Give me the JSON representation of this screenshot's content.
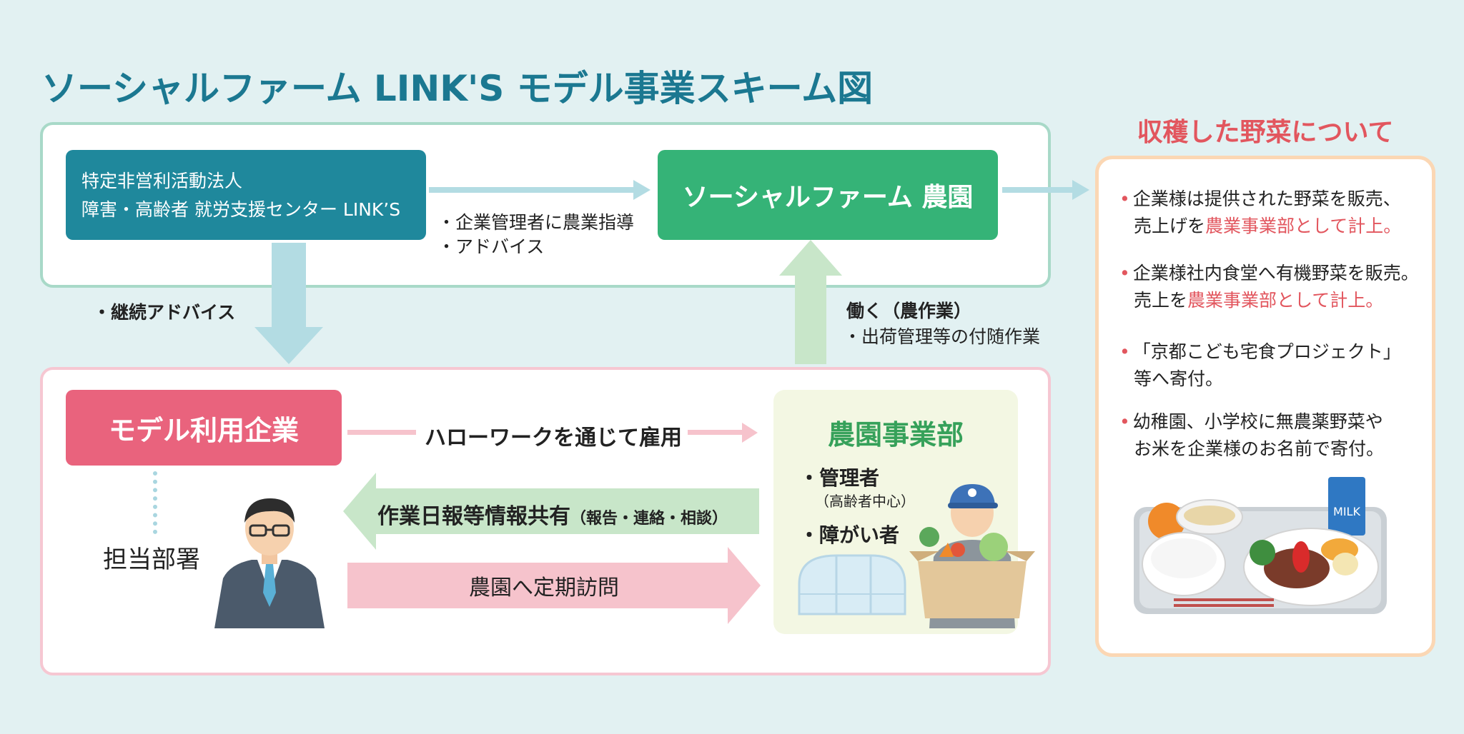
{
  "title": "ソーシャルファーム LINK'S モデル事業スキーム図",
  "links_box": {
    "line1": "特定非営利活動法人",
    "line2": "障害・高齢者 就労支援センター LINK’S"
  },
  "farm_box": {
    "label": "ソーシャルファーム 農園"
  },
  "notes": {
    "guidance_1": "・企業管理者に農業指導",
    "guidance_2": "・アドバイス",
    "continuous_advice": "・継続アドバイス",
    "work_1": "働く（農作業）",
    "work_2": "・出荷管理等の付随作業"
  },
  "company_box": {
    "label": "モデル利用企業"
  },
  "dept_label": "担当部署",
  "flows": {
    "hire": "ハローワークを通じて雇用",
    "share_main": "作業日報等情報共有",
    "share_sub": "（報告・連絡・相談）",
    "visit": "農園へ定期訪問"
  },
  "farm_dept": {
    "title": "農園事業部",
    "manager": "・管理者",
    "manager_sub": "（高齢者中心）",
    "disabled": "・障がい者"
  },
  "harvest": {
    "title": "収穫した野菜について",
    "b1_l1": "企業様は提供された野菜を販売、",
    "b1_l2a": "売上げを",
    "b1_l2b": "農業事業部として計上。",
    "b2_l1": "企業様社内食堂へ有機野菜を販売。",
    "b2_l2a": "売上を",
    "b2_l2b": "農業事業部として計上。",
    "b3_l1": "「京都こども宅食プロジェクト」",
    "b3_l2": "等へ寄付。",
    "b4_l1": "幼稚園、小学校に無農薬野菜や",
    "b4_l2": "お米を企業様のお名前で寄付。",
    "milk": "MILK"
  },
  "colors": {
    "teal_title": "#1b7891",
    "links_blue": "#1f889c",
    "farm_green": "#35b377",
    "company_pink": "#e9637d",
    "accent_red": "#e2565e",
    "arrow_blue": "#b3dce3",
    "arrow_green": "#c8e6c9",
    "arrow_pink": "#f6c3cc"
  }
}
